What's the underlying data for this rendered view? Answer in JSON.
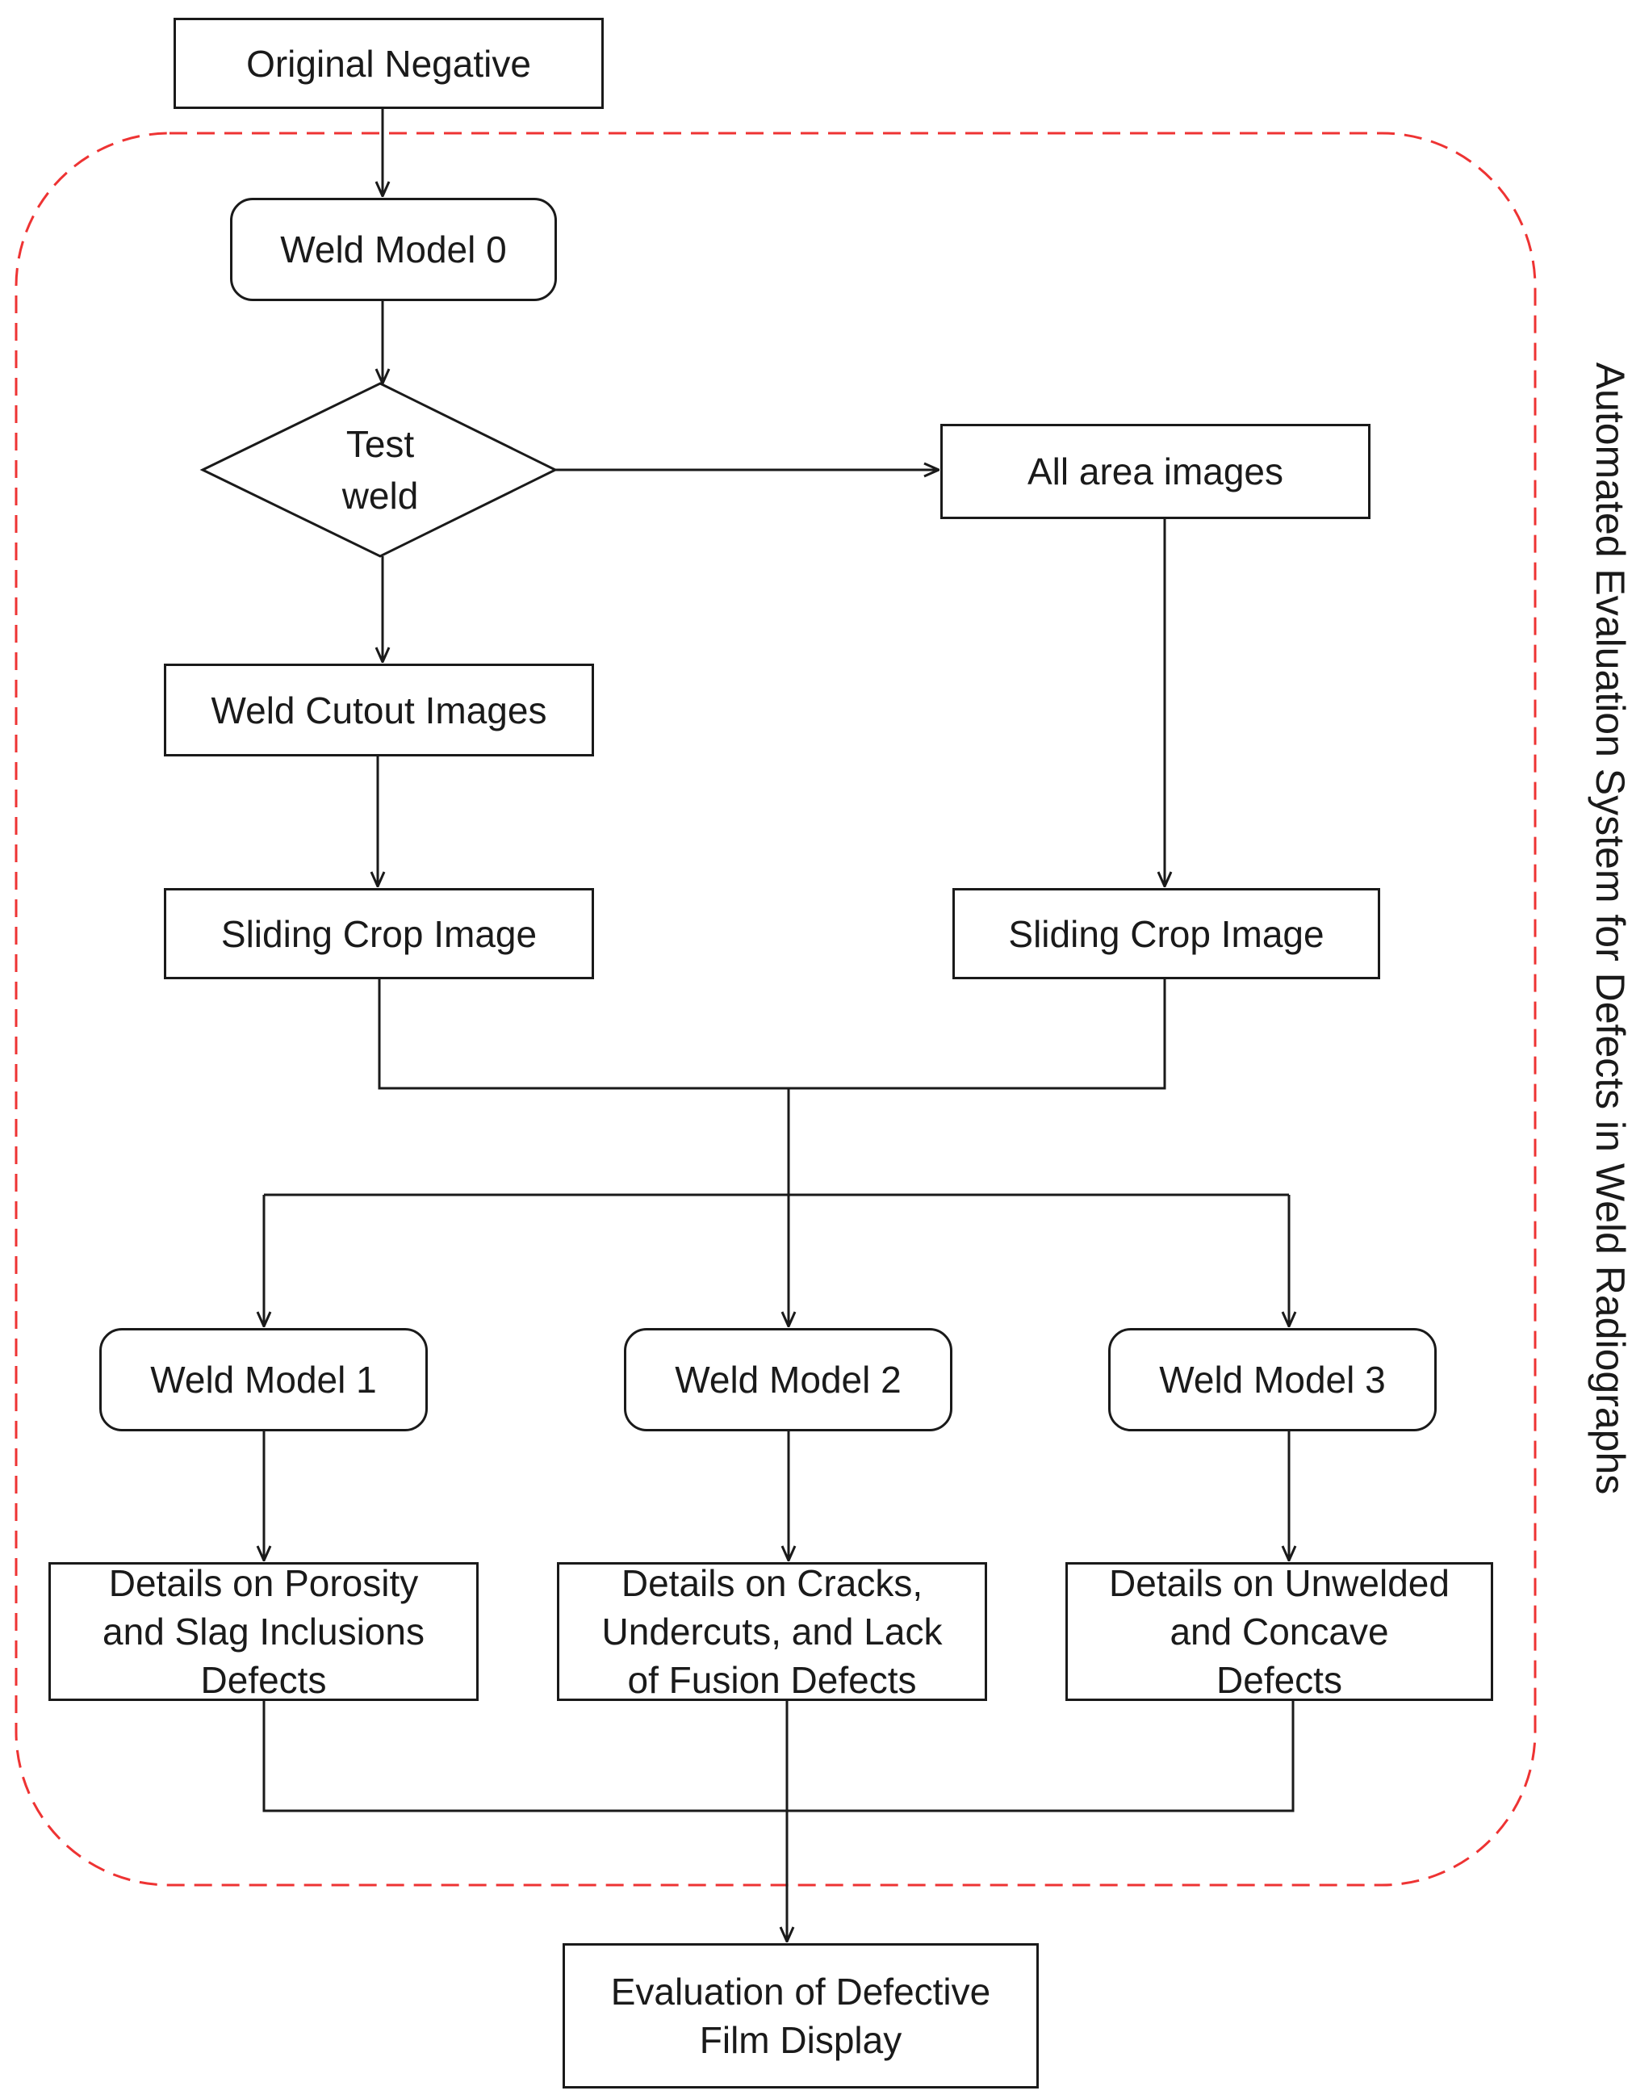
{
  "diagram": {
    "colors": {
      "stroke": "#1a1a1a",
      "boundary": "#ee3333",
      "background": "#ffffff"
    },
    "system_title": "Automated Evaluation System for Defects in Weld Radiographs",
    "nodes": {
      "original_negative": "Original Negative",
      "weld_model_0": "Weld Model 0",
      "test_weld": "Test\nweld",
      "all_area_images": "All area images",
      "weld_cutout_images": "Weld Cutout Images",
      "sliding_crop_left": "Sliding Crop Image",
      "sliding_crop_right": "Sliding Crop Image",
      "weld_model_1": "Weld Model 1",
      "weld_model_2": "Weld Model 2",
      "weld_model_3": "Weld Model 3",
      "details_1": "Details on Porosity\nand Slag Inclusions\nDefects",
      "details_2": "Details on Cracks,\nUndercuts, and Lack\nof Fusion Defects",
      "details_3": "Details on Unwelded\nand Concave\nDefects",
      "evaluation": "Evaluation of Defective\nFilm Display"
    }
  }
}
